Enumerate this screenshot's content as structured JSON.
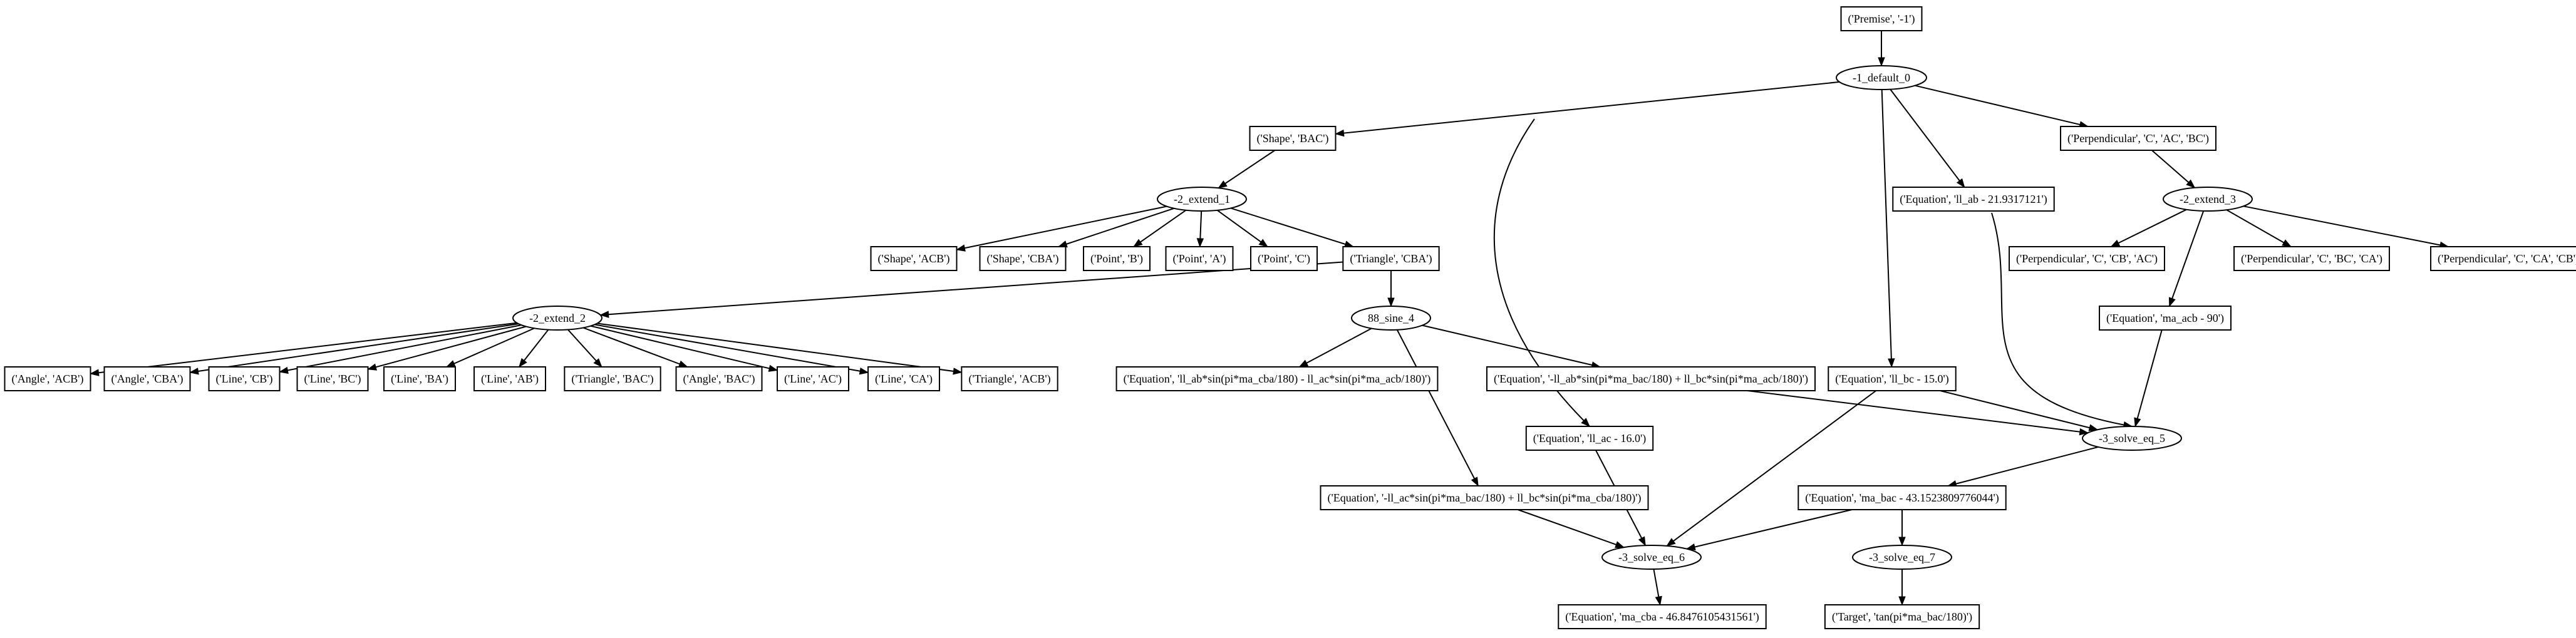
{
  "nodes": {
    "n_premise": {
      "label": "('Premise', '-1')",
      "shape": "box"
    },
    "n_default0": {
      "label": "-1_default_0",
      "shape": "ellipse"
    },
    "n_shape_bac": {
      "label": "('Shape', 'BAC')",
      "shape": "box"
    },
    "n_perp_c_ac_bc": {
      "label": "('Perpendicular', 'C', 'AC', 'BC')",
      "shape": "box"
    },
    "n_extend1": {
      "label": "-2_extend_1",
      "shape": "ellipse"
    },
    "n_eq_ab": {
      "label": "('Equation', 'll_ab - 21.9317121')",
      "shape": "box"
    },
    "n_extend3": {
      "label": "-2_extend_3",
      "shape": "ellipse"
    },
    "n_shape_acb": {
      "label": "('Shape', 'ACB')",
      "shape": "box"
    },
    "n_shape_cba": {
      "label": "('Shape', 'CBA')",
      "shape": "box"
    },
    "n_point_b": {
      "label": "('Point', 'B')",
      "shape": "box"
    },
    "n_point_a": {
      "label": "('Point', 'A')",
      "shape": "box"
    },
    "n_point_c": {
      "label": "('Point', 'C')",
      "shape": "box"
    },
    "n_tri_cba": {
      "label": "('Triangle', 'CBA')",
      "shape": "box"
    },
    "n_perp_c_cb_ac": {
      "label": "('Perpendicular', 'C', 'CB', 'AC')",
      "shape": "box"
    },
    "n_perp_c_bc_ca": {
      "label": "('Perpendicular', 'C', 'BC', 'CA')",
      "shape": "box"
    },
    "n_perp_c_ca_cb": {
      "label": "('Perpendicular', 'C', 'CA', 'CB')",
      "shape": "box"
    },
    "n_extend2": {
      "label": "-2_extend_2",
      "shape": "ellipse"
    },
    "n_sine4": {
      "label": "88_sine_4",
      "shape": "ellipse"
    },
    "n_eq_acb": {
      "label": "('Equation', 'ma_acb - 90')",
      "shape": "box"
    },
    "n_angle_acb": {
      "label": "('Angle', 'ACB')",
      "shape": "box"
    },
    "n_angle_cba": {
      "label": "('Angle', 'CBA')",
      "shape": "box"
    },
    "n_line_cb": {
      "label": "('Line', 'CB')",
      "shape": "box"
    },
    "n_line_bc": {
      "label": "('Line', 'BC')",
      "shape": "box"
    },
    "n_line_ba": {
      "label": "('Line', 'BA')",
      "shape": "box"
    },
    "n_line_ab": {
      "label": "('Line', 'AB')",
      "shape": "box"
    },
    "n_tri_bac": {
      "label": "('Triangle', 'BAC')",
      "shape": "box"
    },
    "n_angle_bac": {
      "label": "('Angle', 'BAC')",
      "shape": "box"
    },
    "n_line_ac": {
      "label": "('Line', 'AC')",
      "shape": "box"
    },
    "n_line_ca": {
      "label": "('Line', 'CA')",
      "shape": "box"
    },
    "n_tri_acb": {
      "label": "('Triangle', 'ACB')",
      "shape": "box"
    },
    "n_eq_sine_a": {
      "label": "('Equation', 'll_ab*sin(pi*ma_cba/180) - ll_ac*sin(pi*ma_acb/180)')",
      "shape": "box"
    },
    "n_eq_sine_b": {
      "label": "('Equation', '-ll_ab*sin(pi*ma_bac/180) + ll_bc*sin(pi*ma_acb/180)')",
      "shape": "box"
    },
    "n_eq_bc": {
      "label": "('Equation', 'll_bc - 15.0')",
      "shape": "box"
    },
    "n_eq_ac": {
      "label": "('Equation', 'll_ac - 16.0')",
      "shape": "box"
    },
    "n_solve5": {
      "label": "-3_solve_eq_5",
      "shape": "ellipse"
    },
    "n_eq_sine_c": {
      "label": "('Equation', '-ll_ac*sin(pi*ma_bac/180) + ll_bc*sin(pi*ma_cba/180)')",
      "shape": "box"
    },
    "n_eq_bac": {
      "label": "('Equation', 'ma_bac - 43.1523809776044')",
      "shape": "box"
    },
    "n_solve6": {
      "label": "-3_solve_eq_6",
      "shape": "ellipse"
    },
    "n_solve7": {
      "label": "-3_solve_eq_7",
      "shape": "ellipse"
    },
    "n_eq_cba": {
      "label": "('Equation', 'ma_cba - 46.8476105431561')",
      "shape": "box"
    },
    "n_target": {
      "label": "('Target', 'tan(pi*ma_bac/180)')",
      "shape": "box"
    }
  },
  "edges": [
    [
      "n_premise",
      "n_default0"
    ],
    [
      "n_default0",
      "n_shape_bac"
    ],
    [
      "n_default0",
      "n_perp_c_ac_bc"
    ],
    [
      "n_default0",
      "n_eq_ab"
    ],
    [
      "n_default0",
      "n_eq_bc"
    ],
    [
      "n_default0",
      "n_eq_ac"
    ],
    [
      "n_shape_bac",
      "n_extend1"
    ],
    [
      "n_perp_c_ac_bc",
      "n_extend3"
    ],
    [
      "n_extend1",
      "n_shape_acb"
    ],
    [
      "n_extend1",
      "n_shape_cba"
    ],
    [
      "n_extend1",
      "n_point_b"
    ],
    [
      "n_extend1",
      "n_point_a"
    ],
    [
      "n_extend1",
      "n_point_c"
    ],
    [
      "n_extend1",
      "n_tri_cba"
    ],
    [
      "n_extend3",
      "n_perp_c_cb_ac"
    ],
    [
      "n_extend3",
      "n_perp_c_bc_ca"
    ],
    [
      "n_extend3",
      "n_perp_c_ca_cb"
    ],
    [
      "n_extend3",
      "n_eq_acb"
    ],
    [
      "n_tri_cba",
      "n_extend2"
    ],
    [
      "n_tri_cba",
      "n_sine4"
    ],
    [
      "n_extend2",
      "n_angle_acb"
    ],
    [
      "n_extend2",
      "n_angle_cba"
    ],
    [
      "n_extend2",
      "n_line_cb"
    ],
    [
      "n_extend2",
      "n_line_bc"
    ],
    [
      "n_extend2",
      "n_line_ba"
    ],
    [
      "n_extend2",
      "n_line_ab"
    ],
    [
      "n_extend2",
      "n_tri_bac"
    ],
    [
      "n_extend2",
      "n_angle_bac"
    ],
    [
      "n_extend2",
      "n_line_ac"
    ],
    [
      "n_extend2",
      "n_line_ca"
    ],
    [
      "n_extend2",
      "n_tri_acb"
    ],
    [
      "n_sine4",
      "n_eq_sine_a"
    ],
    [
      "n_sine4",
      "n_eq_sine_b"
    ],
    [
      "n_sine4",
      "n_eq_sine_c"
    ],
    [
      "n_eq_ab",
      "n_solve5"
    ],
    [
      "n_eq_sine_b",
      "n_solve5"
    ],
    [
      "n_eq_bc",
      "n_solve5"
    ],
    [
      "n_eq_acb",
      "n_solve5"
    ],
    [
      "n_solve5",
      "n_eq_bac"
    ],
    [
      "n_eq_bc",
      "n_solve6"
    ],
    [
      "n_eq_ac",
      "n_solve6"
    ],
    [
      "n_eq_sine_c",
      "n_solve6"
    ],
    [
      "n_eq_bac",
      "n_solve6"
    ],
    [
      "n_eq_bac",
      "n_solve7"
    ],
    [
      "n_solve6",
      "n_eq_cba"
    ],
    [
      "n_solve7",
      "n_target"
    ]
  ]
}
